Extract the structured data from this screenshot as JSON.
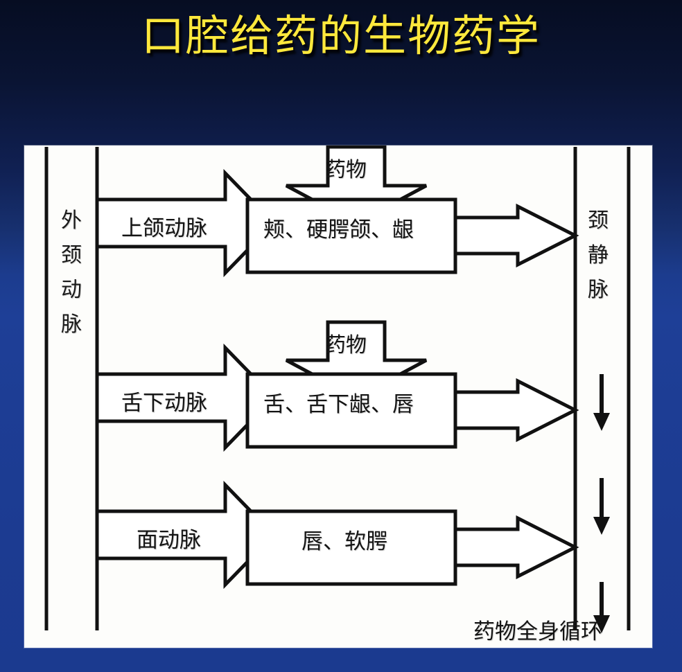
{
  "slide": {
    "title": "口腔给药的生物药学",
    "title_color": "#ffe83c",
    "background_color_top": "#060d22",
    "background_color_bottom": "#1b3a8f",
    "panel_background": "#fdfdfb"
  },
  "diagram": {
    "left_vessel_label": "外颈动脉",
    "right_vessel_label": "颈静脉",
    "systemic_label": "药物全身循环",
    "drug_label_1": "药物",
    "drug_label_2": "药物",
    "rows": [
      {
        "artery": "上颌动脉",
        "tissue": "颊、硬腭颌、龈",
        "drug": "药物"
      },
      {
        "artery": "舌下动脉",
        "tissue": "舌、舌下龈、唇",
        "drug": "药物"
      },
      {
        "artery": "面动脉",
        "tissue": "唇、软腭",
        "drug": ""
      }
    ],
    "vein_arrow_count": 3,
    "stroke_color": "#111111"
  }
}
